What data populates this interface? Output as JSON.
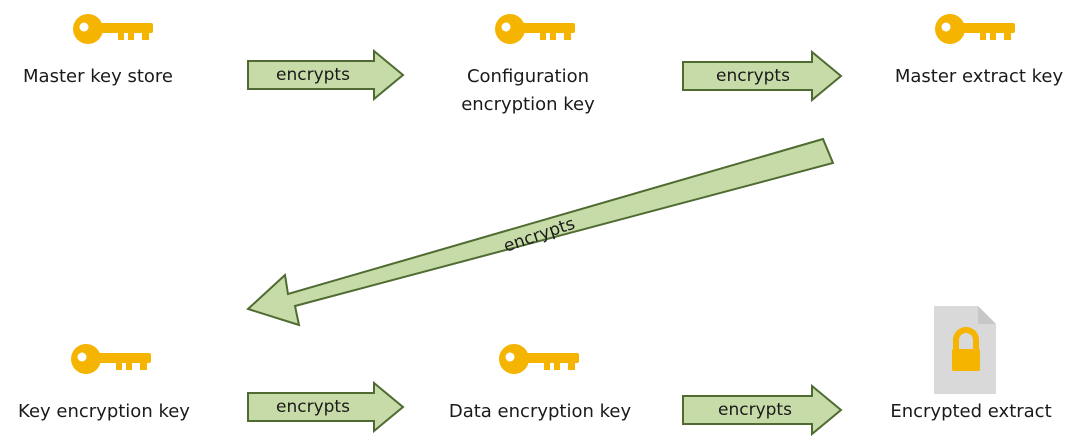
{
  "diagram": {
    "colors": {
      "key": "#f4b400",
      "arrow_fill": "#c7dba8",
      "arrow_stroke": "#4f6b31",
      "file": "#d9d9d9"
    },
    "nodes": {
      "master_key_store": "Master key store",
      "configuration_key_line1": "Configuration",
      "configuration_key_line2": "encryption key",
      "master_extract_key": "Master extract key",
      "key_encryption_key": "Key encryption key",
      "data_encryption_key": "Data encryption key",
      "encrypted_extract": "Encrypted extract"
    },
    "arrows": {
      "arrow_1": "encrypts",
      "arrow_2": "encrypts",
      "arrow_3": "encrypts",
      "arrow_4": "encrypts",
      "arrow_5": "encrypts"
    },
    "icons": {
      "key": "key-icon",
      "file": "locked-file-icon"
    }
  }
}
